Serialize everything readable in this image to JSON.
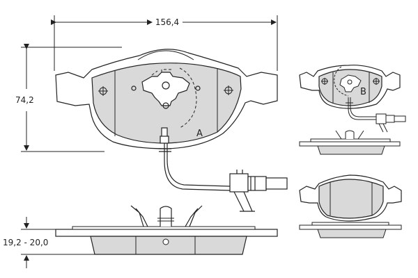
{
  "dimensions": {
    "width_label": "156,4",
    "height_label": "74,2",
    "thickness_label": "19,2 - 20,0"
  },
  "pad_labels": {
    "main": "A",
    "secondary": "B"
  },
  "colors": {
    "pad_fill": "#d9d9d9",
    "outline": "#222222",
    "background": "#ffffff"
  }
}
